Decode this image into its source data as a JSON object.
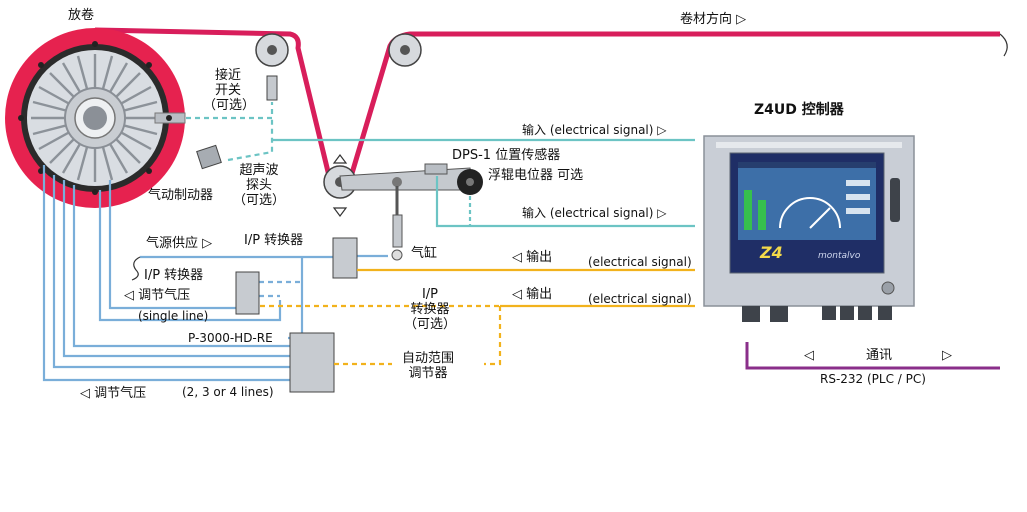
{
  "labels": {
    "unwind": "放卷",
    "web_direction": "卷材方向 ▷",
    "proximity_switch": [
      "接近",
      "开关",
      "（可选）"
    ],
    "ultrasonic_probe": [
      "超声波",
      "探头",
      "（可选）"
    ],
    "pneumatic_brake": "气动制动器",
    "dps_sensor": "DPS-1 位置传感器",
    "dancer_pot": "浮辊电位器  可选",
    "input_top": "输入    (electrical signal) ▷",
    "input_mid": "输入    (electrical signal) ▷",
    "air_supply": "气源供应 ▷",
    "ip_converter_1": "I/P 转换器",
    "cylinder": "气缸",
    "output_1": "◁  输出",
    "elec_signal_out_1": "(electrical signal)",
    "ip_converter_2": "I/P 转换器",
    "regulated_pressure_1": "◁ 调节气压",
    "single_line": "(single line)",
    "output_2": "◁  输出",
    "elec_signal_out_2": "(electrical signal)",
    "ip_converter_opt": [
      "I/P",
      "转换器",
      "（可选）"
    ],
    "p3000": "P-3000-HD-RE",
    "auto_range": [
      "自动范围",
      "调节器"
    ],
    "regulated_pressure_2": "◁ 调节气压",
    "lines": "(2, 3 or 4 lines)",
    "controller_title": "Z4UD  控制器",
    "comm": "通讯",
    "comm_left_arrow": "◁",
    "comm_right_arrow": "▷",
    "rs232": "RS-232 (PLC / PC)",
    "screen_logo": "Z4",
    "screen_brand": "montalvo"
  },
  "colors": {
    "web": "#d81e5b",
    "brake_rim": "#e6224f",
    "air_line": "#7aaed9",
    "signal_line": "#6cc4c4",
    "output_line": "#f2b21c",
    "comm_line": "#8a2f8a",
    "controller_body": "#c9ced6",
    "screen": "#1f2e66"
  }
}
